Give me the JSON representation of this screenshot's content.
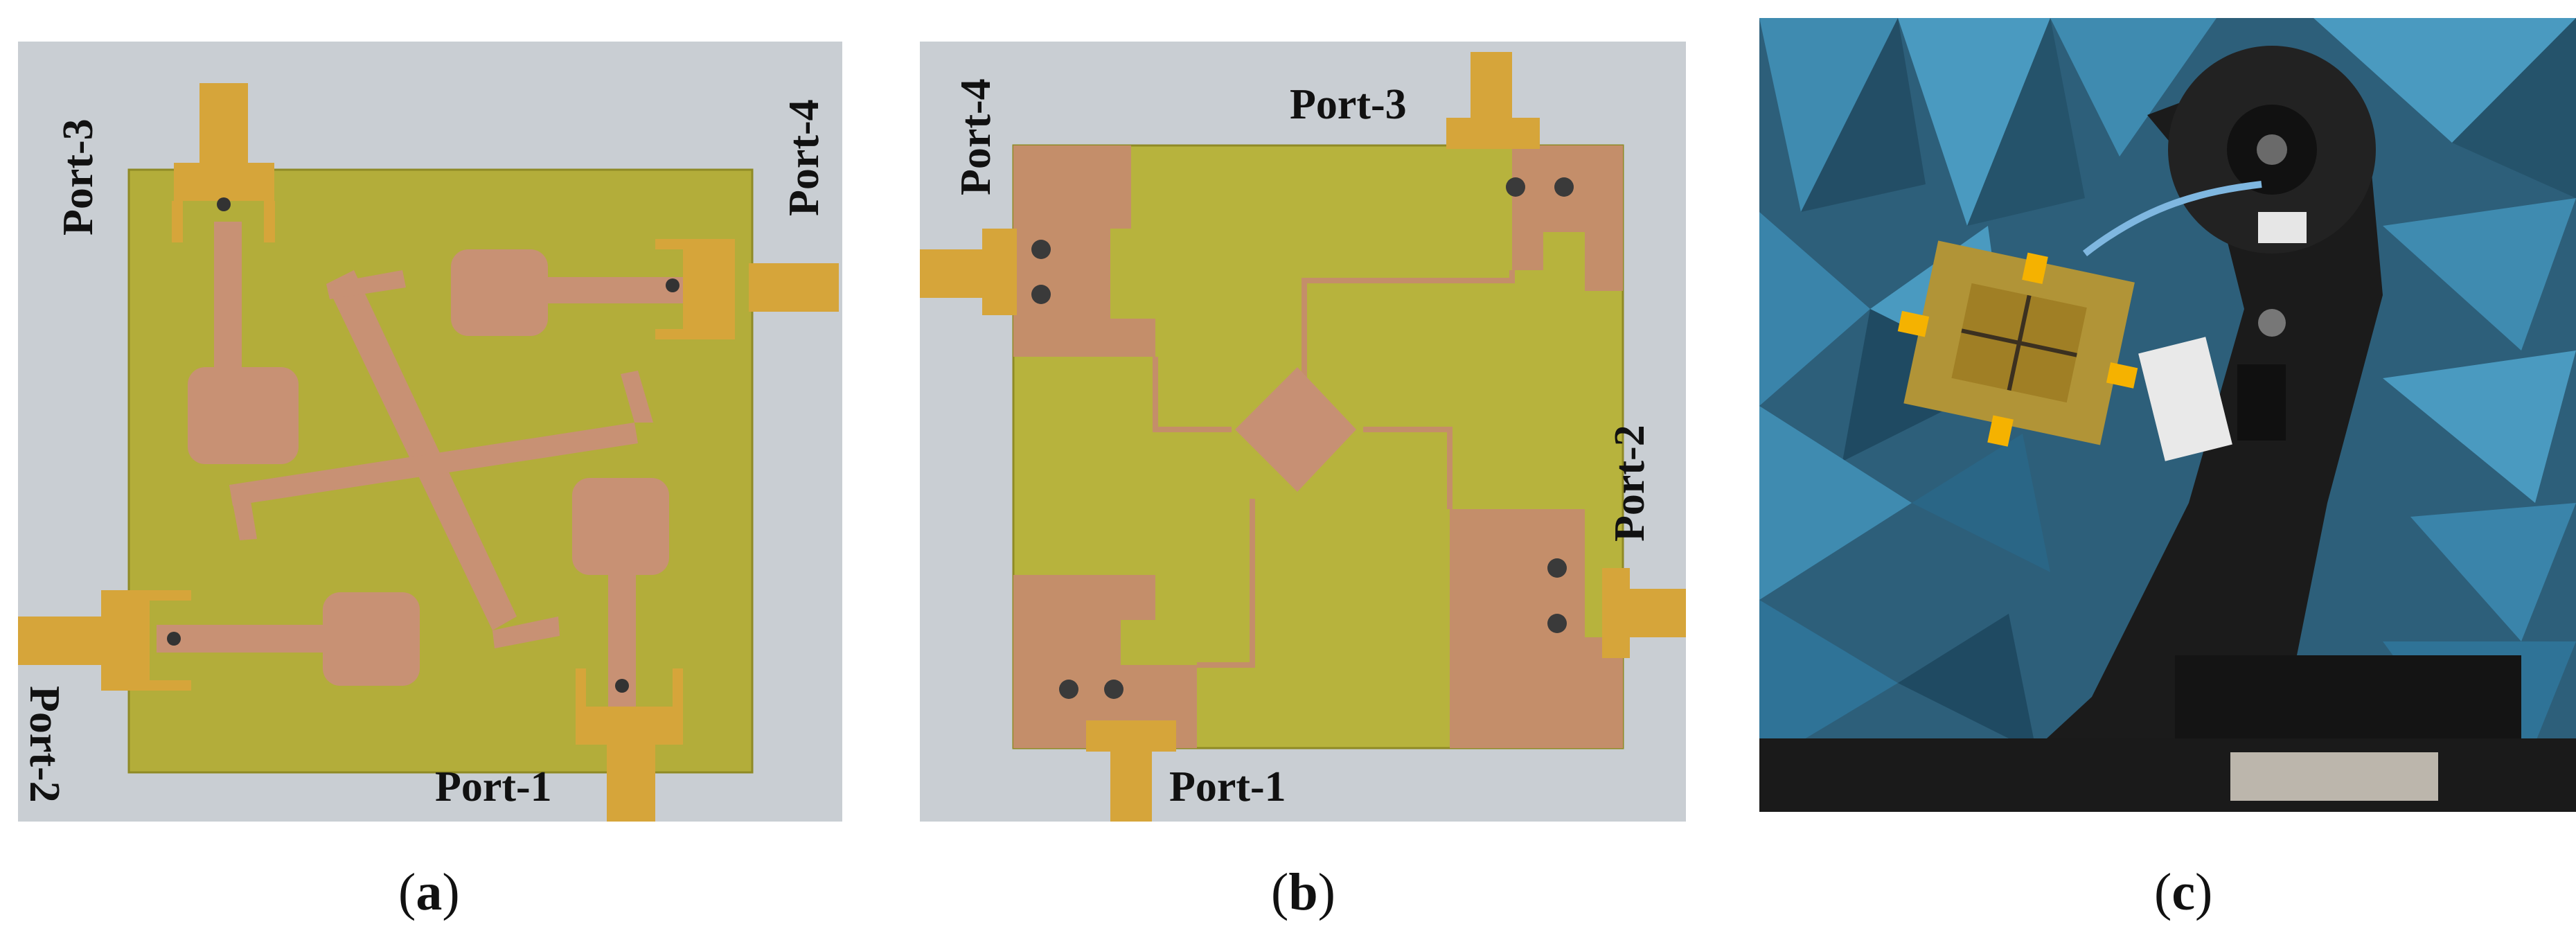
{
  "figure": {
    "panel_a": {
      "caption_letter": "a",
      "ports": {
        "p1": "Port-1",
        "p2": "Port-2",
        "p3": "Port-3",
        "p4": "Port-4"
      }
    },
    "panel_b": {
      "caption_letter": "b",
      "ports": {
        "p1": "Port-1",
        "p2": "Port-2",
        "p3": "Port-3",
        "p4": "Port-4"
      }
    },
    "panel_c": {
      "caption_letter": "c"
    },
    "colors": {
      "background": "#c8cdd2",
      "fr4": "#b7b23a",
      "copper": "#c48e6a",
      "connector_gold": "#d6a53a",
      "absorber": "#3f8bb0",
      "fixture": "#1b1b1b"
    }
  }
}
